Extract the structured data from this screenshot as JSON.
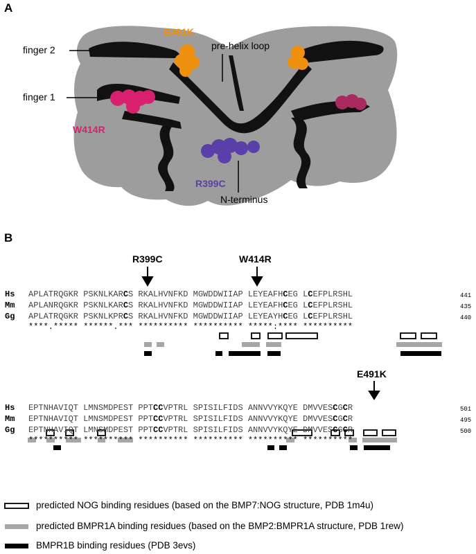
{
  "panel_a": {
    "letter": "A",
    "labels": {
      "finger2": "finger 2",
      "finger1": "finger 1",
      "pre_helix_loop": "pre-helix loop",
      "n_terminus": "N-terminus",
      "e491k": "E491K",
      "w414r": "W414R",
      "r399c": "R399C"
    },
    "colors": {
      "surface": "#8c8c8c",
      "ribbon": "#111111",
      "e491k": "#f0900f",
      "w414r": "#d8206e",
      "r399c": "#5a3fa8"
    }
  },
  "panel_b": {
    "letter": "B",
    "block1": {
      "mutations": [
        "R399C",
        "W414R"
      ],
      "rows": [
        {
          "species": "Hs",
          "seq": "APLATRQGKR PSKNLKARCS RKALHVNFKD MGWDDWIIAP LEYEAFHCEG LCEFPLRSHL",
          "end": "441"
        },
        {
          "species": "Mm",
          "seq": "APLANRQGKR PSKNLKARCS RKALHVNFKD MGWDDWIIAP LEYEAFHCEG LCEFPLRSHL",
          "end": "435"
        },
        {
          "species": "Gg",
          "seq": "APLATRQGKR PSKNLKPRCS RKALHVNFKD MGWDDWIIAP LEYEAYHCEG LCEFPLRSHL",
          "end": "440"
        }
      ],
      "conservation": "****.***** ******.*** ********** ********** *****:**** **********"
    },
    "block2": {
      "mutations": [
        "E491K"
      ],
      "rows": [
        {
          "species": "Hs",
          "seq": "EPTNHAVIQT LMNSMDPEST PPTCCVPTRL SPISILFIDS ANNVVYKQYE DMVVESCGCR",
          "end": "501"
        },
        {
          "species": "Mm",
          "seq": "EPTNHAVIQT LMNSMDPEST PPTCCVPTRL SPISILFIDS ANNVVYKQYE DMVVESCGCR",
          "end": "495"
        },
        {
          "species": "Gg",
          "seq": "EPTNHAVIQT LMNSMDPEST PPTCCVPTRL SPISILFIDS ANNVVYKQYE DMVVESCGCR",
          "end": "500"
        }
      ],
      "conservation": "********** ********** ********** ********** ********** **********"
    },
    "legend": [
      {
        "style": "open",
        "text": "predicted NOG binding residues (based on the BMP7:NOG structure, PDB 1m4u)"
      },
      {
        "style": "gray",
        "text": "predicted BMPR1A binding residues (based on the BMP2:BMPR1A structure, PDB 1rew)"
      },
      {
        "style": "black",
        "text": "BMPR1B binding residues (PDB 3evs)"
      }
    ]
  }
}
